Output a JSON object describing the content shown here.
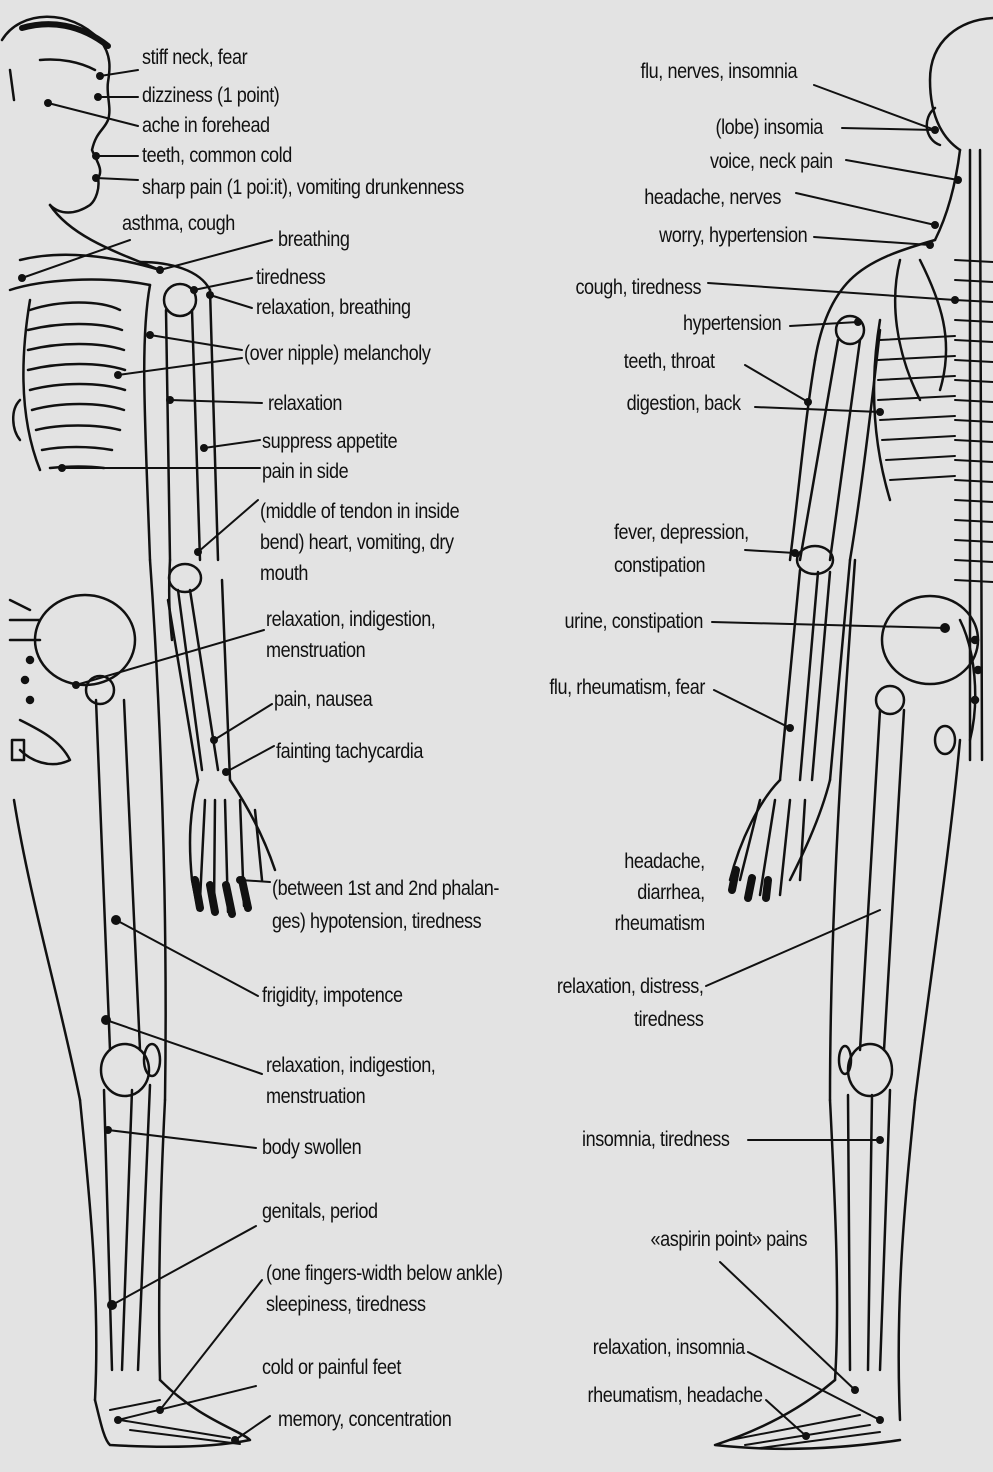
{
  "front_labels": {
    "stiff_neck": "stiff neck, fear",
    "dizziness": "dizziness (1 point)",
    "ache_forehead": "ache in forehead",
    "teeth_cold": "teeth, common cold",
    "sharp_pain": "sharp pain (1 poi:it), vomiting drunkenness",
    "asthma": "asthma, cough",
    "breathing": "breathing",
    "tiredness": "tiredness",
    "relax_breathing": "relaxation, breathing",
    "nipple": "(over nipple) melancholy",
    "relaxation": "relaxation",
    "suppress": "suppress appetite",
    "pain_side": "pain in side",
    "tendon": "(middle of tendon in inside\nbend) heart, vomiting, dry\nmouth",
    "relax_indig_1": "relaxation, indigestion,\nmenstruation",
    "pain_nausea": "pain, nausea",
    "fainting": "fainting tachycardia",
    "phalanges": "(between 1st and 2nd phalan-\nges) hypotension, tiredness",
    "frigidity": "frigidity, impotence",
    "relax_indig_2": "relaxation, indigestion,\nmenstruation",
    "swollen": "body swollen",
    "genitals": "genitals, period",
    "ankle": "(one fingers-width below ankle)\nsleepiness, tiredness",
    "cold_feet": "cold or painful feet",
    "memory": "memory, concentration"
  },
  "back_labels": {
    "flu_nerves": "flu, nerves, insomnia",
    "lobe": "(lobe) insomia",
    "voice": "voice, neck pain",
    "headache_nerves": "headache, nerves",
    "worry": "worry, hypertension",
    "cough": "cough, tiredness",
    "hypertension": "hypertension",
    "teeth_throat": "teeth, throat",
    "digestion": "digestion, back",
    "fever": "fever, depression,\nconstipation",
    "urine": "urine, constipation",
    "flu_rheum": "flu, rheumatism, fear",
    "headache_diarrhea": "headache,\ndiarrhea,\nrheumatism",
    "distress": "relaxation, distress,\ntiredness",
    "insomnia_tired": "insomnia, tiredness",
    "aspirin": "«aspirin point» pains",
    "relax_insomnia": "relaxation, insomnia",
    "rheum_headache": "rheumatism, headache"
  },
  "colors": {
    "paper": "#e3e3e3",
    "ink": "#111111"
  }
}
